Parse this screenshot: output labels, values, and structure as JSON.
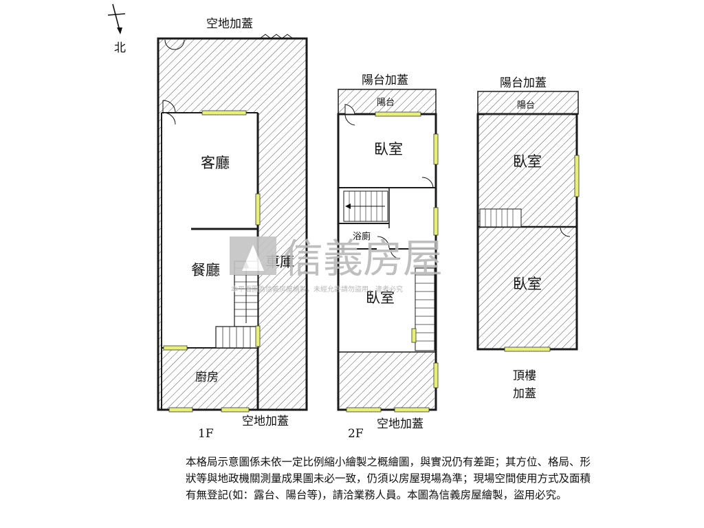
{
  "compass": {
    "north_label": "北"
  },
  "floor_1": {
    "label": "1F",
    "top_note": "空地加蓋",
    "bottom_note": "空地加蓋",
    "rooms": {
      "living": "客廳",
      "dining": "餐廳",
      "garage": "車庫",
      "kitchen": "廚房"
    }
  },
  "floor_2": {
    "label": "2F",
    "top_note": "陽台加蓋",
    "bottom_note": "空地加蓋",
    "rooms": {
      "balcony": "陽台",
      "bedroom_front": "臥室",
      "bathroom": "浴廁",
      "bedroom_rear": "臥室"
    }
  },
  "floor_roof": {
    "top_note": "陽台加蓋",
    "label_line1": "頂樓",
    "label_line2": "加蓋",
    "rooms": {
      "balcony": "陽台",
      "bedroom_front": "臥室",
      "bedroom_rear": "臥室"
    }
  },
  "watermark": {
    "brand": "信義房屋",
    "subtext": "本平面圖為信義房屋繪製，未經允許請勿盜用，違者必究"
  },
  "notice": "本格局示意圖係未依一定比例縮小繪製之概繪圖，與實況仍有差距；其方位、格局、形狀等與地政機關測量成果圖未必一致，仍須以房屋現場為準；現場空間使用方式及面積有無登記(如：露台、陽台等)，請洽業務人員。本圖為信義房屋繪製，盜用必究。",
  "colors": {
    "wall": "#1a1a1a",
    "window": "#e8f07a",
    "hatch": "#555555",
    "watermark": "#b9b9b9"
  }
}
